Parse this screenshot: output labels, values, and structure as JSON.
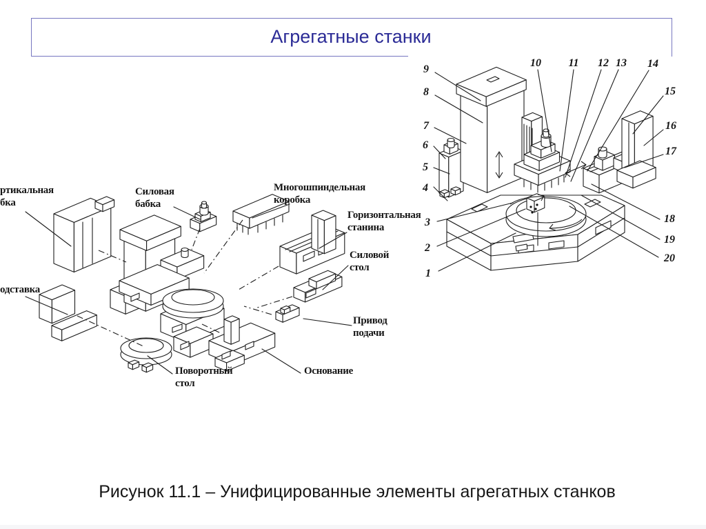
{
  "slide_title": "Агрегатные станки",
  "caption": "Рисунок 11.1 – Унифицированные элементы агрегатных станков",
  "colors": {
    "title_text": "#2b2b96",
    "title_border": "#7676c0",
    "ink": "#1c1c1c"
  },
  "left_diagram": {
    "labels": [
      "ртикальная\nбка",
      "Силовая\nбабка",
      "Многошпиндельная\nкоробка",
      "Горизонтальная\nстанина",
      "Силовой\nстол",
      "Привод\nподачи",
      "одставка",
      "Поворотный\nстол",
      "Основание"
    ]
  },
  "right_diagram": {
    "part_numbers": [
      "1",
      "2",
      "3",
      "4",
      "5",
      "6",
      "7",
      "8",
      "9",
      "10",
      "11",
      "12",
      "13",
      "14",
      "15",
      "16",
      "17",
      "18",
      "19",
      "20"
    ]
  }
}
